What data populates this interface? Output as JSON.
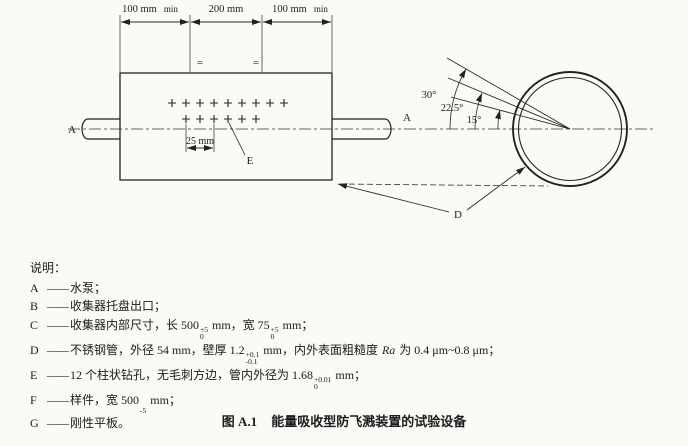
{
  "figure": {
    "dims": {
      "left_val": "100 mm",
      "left_min": "min",
      "mid_val": "200 mm",
      "right_val": "100 mm",
      "right_min": "min",
      "pitch": "25 mm"
    },
    "labels": {
      "pump_axis_left": "A",
      "holes": "E",
      "axis_right": "A",
      "tube": "D",
      "angle_30": "30°",
      "angle_22_5": "22.5°",
      "angle_15": "15°",
      "equal_left": "=",
      "equal_right": "="
    }
  },
  "legend": {
    "title": "说明：",
    "A": {
      "key": "A",
      "dash": "——",
      "text": "水泵；"
    },
    "B": {
      "key": "B",
      "dash": "——",
      "text": "收集器托盘出口；"
    },
    "C": {
      "key": "C",
      "dash": "——",
      "t1": "收集器内部尺寸，长 500",
      "tol1_sup": "+5",
      "tol1_sub": "0",
      "t2": " mm，宽 75",
      "tol2_sup": "+5",
      "tol2_sub": "0",
      "t3": " mm；"
    },
    "D": {
      "key": "D",
      "dash": "——",
      "t1": "不锈钢管，外径 54 mm，壁厚 1.2",
      "tol1_sup": "+0.1",
      "tol1_sub": "-0.1",
      "t2": " mm，内外表面粗糙度 ",
      "ra": "Ra",
      "t3": " 为 0.4 μm~0.8 μm；"
    },
    "E": {
      "key": "E",
      "dash": "——",
      "t1": "12 个柱状钻孔，无毛刺方边，管内外径为 1.68",
      "tol1_sup": "+0.01",
      "tol1_sub": "0",
      "t2": " mm；"
    },
    "F": {
      "key": "F",
      "dash": "——",
      "t1": "样件，宽 500",
      "tol1_sup": "",
      "tol1_sub": "-5",
      "t2": " mm；"
    },
    "G": {
      "key": "G",
      "dash": "——",
      "text": "刚性平板。"
    }
  },
  "caption": {
    "fig": "图 A.1",
    "title": "能量吸收型防飞溅装置的试验设备"
  }
}
